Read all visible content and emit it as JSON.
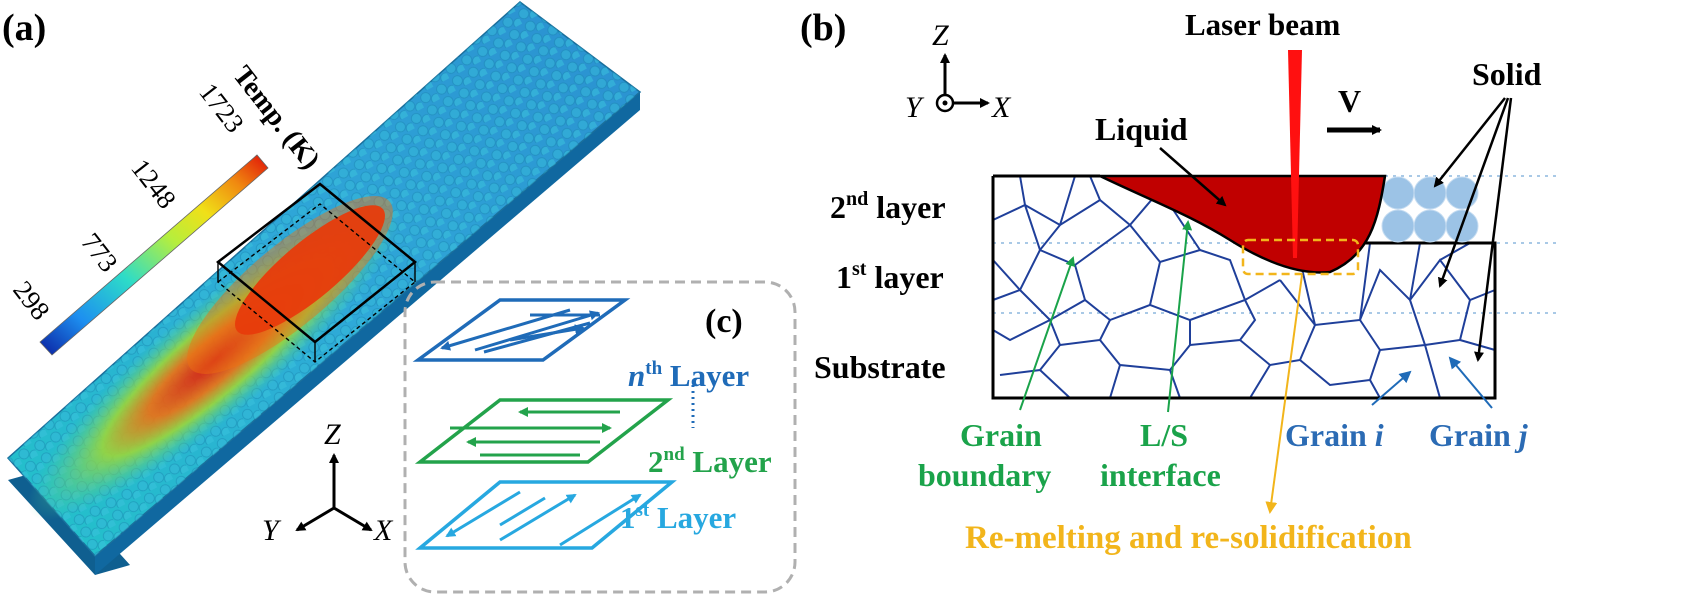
{
  "panels": {
    "a": "(a)",
    "b": "(b)",
    "c": "(c)"
  },
  "panel_a": {
    "colorbar_title": "Temp. (K)",
    "ticks": [
      "298",
      "773",
      "1248",
      "1723"
    ],
    "colormap": [
      "#0a1fa0",
      "#1d8ff0",
      "#2ddcc8",
      "#b7ee3c",
      "#f0e018",
      "#f08a10",
      "#e01008"
    ],
    "axes": {
      "z": "Z",
      "y": "Y",
      "x": "X"
    }
  },
  "panel_b": {
    "axes": {
      "z": "Z",
      "y": "Y",
      "x": "X"
    },
    "laser_beam": "Laser beam",
    "velocity": "V",
    "liquid": "Liquid",
    "solid": "Solid",
    "layers": [
      {
        "num": "2",
        "sup": "nd",
        "rest": " layer"
      },
      {
        "num": "1",
        "sup": "st",
        "rest": " layer"
      }
    ],
    "substrate": "Substrate",
    "grain_boundary": [
      "Grain",
      "boundary"
    ],
    "ls_interface": [
      "L/S",
      "interface"
    ],
    "grain_i": {
      "word": "Grain ",
      "sym": "i"
    },
    "grain_j": {
      "word": "Grain ",
      "sym": "j"
    },
    "remelting": "Re-melting and re-solidification",
    "colors": {
      "melt": "#c00000",
      "laser": "#ff1010",
      "grain_line": "#1f3f9a",
      "green_label": "#1aa34a",
      "orange_label": "#f2b51b",
      "blue_label": "#2b6bb4",
      "powder": "#9cc3e6"
    }
  },
  "panel_c": {
    "layers": [
      {
        "sym": "n",
        "sup": "th",
        "rest": " Layer",
        "color": "#1f6bb8"
      },
      {
        "sym": "",
        "num": "2",
        "sup": "nd",
        "rest": " Layer",
        "color": "#23a34b"
      },
      {
        "sym": "",
        "num": "1",
        "sup": "st",
        "rest": " Layer",
        "color": "#27a8e0"
      }
    ]
  }
}
